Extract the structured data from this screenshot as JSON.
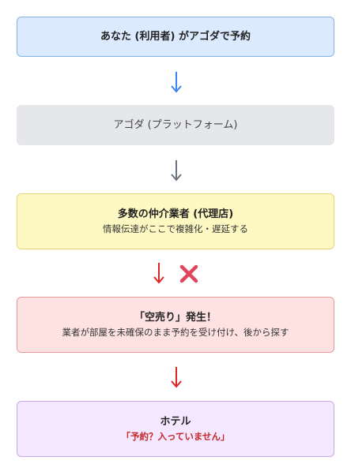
{
  "steps": [
    {
      "title": "あなた (利用者) がアゴダで予約",
      "bg": "#dbeafe"
    },
    {
      "title": "アゴダ (プラットフォーム)",
      "bg": "#e5e7eb"
    },
    {
      "title": "多数の仲介業者 (代理店)",
      "subtitle": "情報伝達がここで複雑化・遅延する",
      "bg": "#fef9c3"
    },
    {
      "title": "「空売り」発生！",
      "subtitle": "業者が部屋を未確保のまま予約を受け付け、後から探す",
      "bg": "#fee2e2"
    },
    {
      "title": "ホテル",
      "subtitle": "「予約？入っていません」",
      "bg": "#f3e8ff"
    }
  ],
  "arrows": [
    {
      "color": "#3b82f6",
      "icon": "arrow-down-icon"
    },
    {
      "color": "#6b7280",
      "icon": "arrow-down-icon"
    },
    {
      "color": "#dc2626",
      "icon": "arrow-down-icon",
      "marker": "cross-mark-icon"
    },
    {
      "color": "#dc2626",
      "icon": "arrow-down-icon"
    }
  ],
  "cross_color": "#e0455b"
}
